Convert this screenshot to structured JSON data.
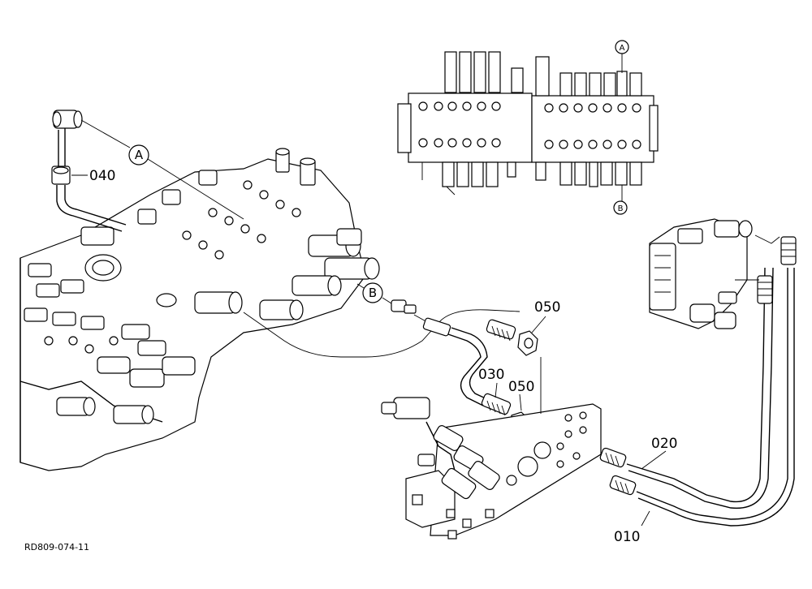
{
  "diagram": {
    "part_labels": [
      {
        "id": "p040",
        "text": "040"
      },
      {
        "id": "p050a",
        "text": "050"
      },
      {
        "id": "p030",
        "text": "030"
      },
      {
        "id": "p050b",
        "text": "050"
      },
      {
        "id": "p020",
        "text": "020"
      },
      {
        "id": "p010",
        "text": "010"
      }
    ],
    "reference_markers": {
      "a_main": "A",
      "b_main": "B",
      "a_inset": "A",
      "b_inset": "B"
    },
    "drawing_code": "RD809-074-11"
  }
}
